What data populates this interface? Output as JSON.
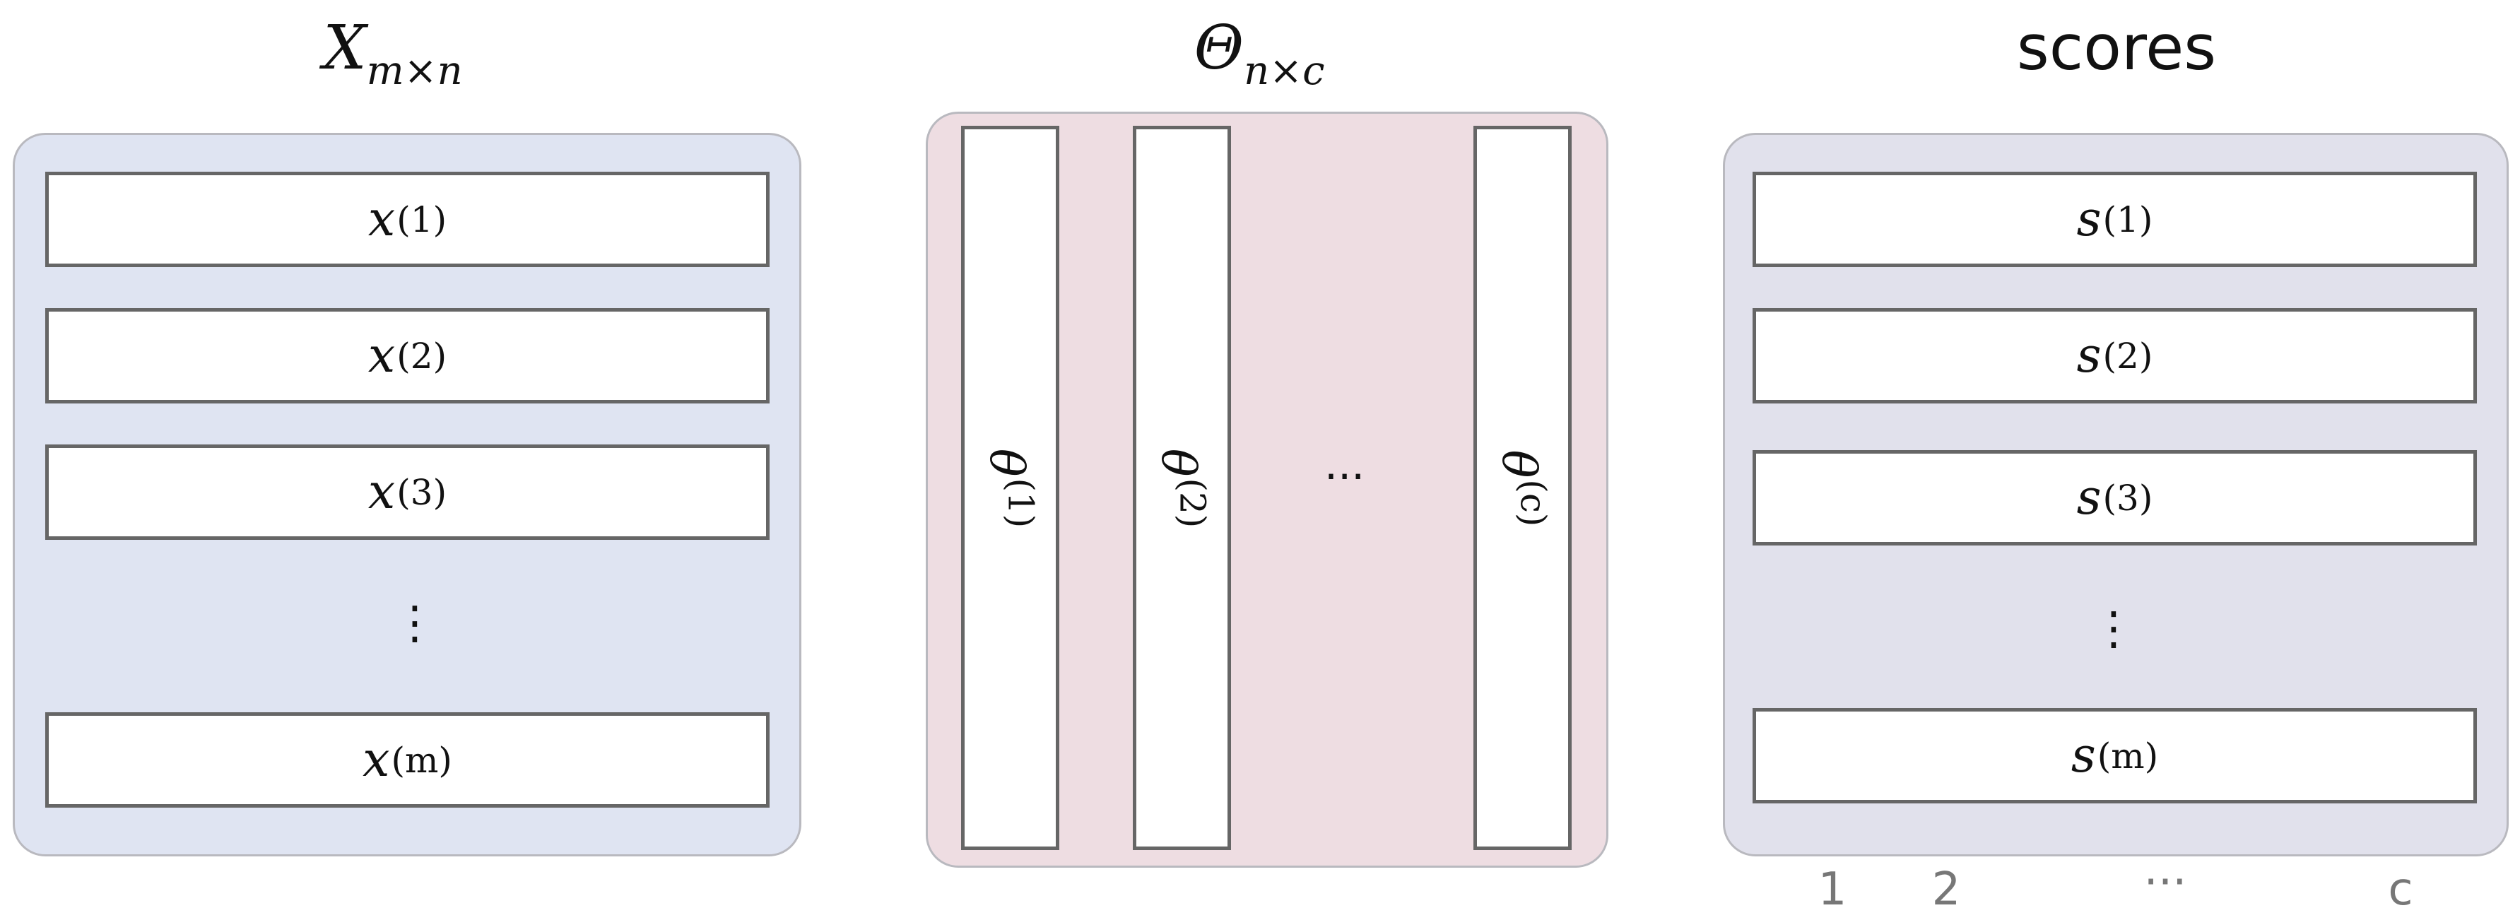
{
  "titles": {
    "x_main": "X",
    "x_sub": "m×n",
    "theta_main": "Θ",
    "theta_sub": "n×c",
    "scores": "scores"
  },
  "x_rows": [
    {
      "base": "x",
      "sup": "(1)"
    },
    {
      "base": "x",
      "sup": "(2)"
    },
    {
      "base": "x",
      "sup": "(3)"
    },
    {
      "base": "x",
      "sup": "(m)"
    }
  ],
  "theta_cols": [
    {
      "base": "θ",
      "sup": "(1)"
    },
    {
      "base": "θ",
      "sup": "(2)"
    },
    {
      "base": "θ",
      "sup": "(c)"
    }
  ],
  "s_rows": [
    {
      "base": "s",
      "sup": "(1)"
    },
    {
      "base": "s",
      "sup": "(2)"
    },
    {
      "base": "s",
      "sup": "(3)"
    },
    {
      "base": "s",
      "sup": "(m)"
    }
  ],
  "ellipsis": {
    "horizontal": "···",
    "vertical": "⋮"
  },
  "score_columns": [
    "1",
    "2",
    "···",
    "c"
  ]
}
